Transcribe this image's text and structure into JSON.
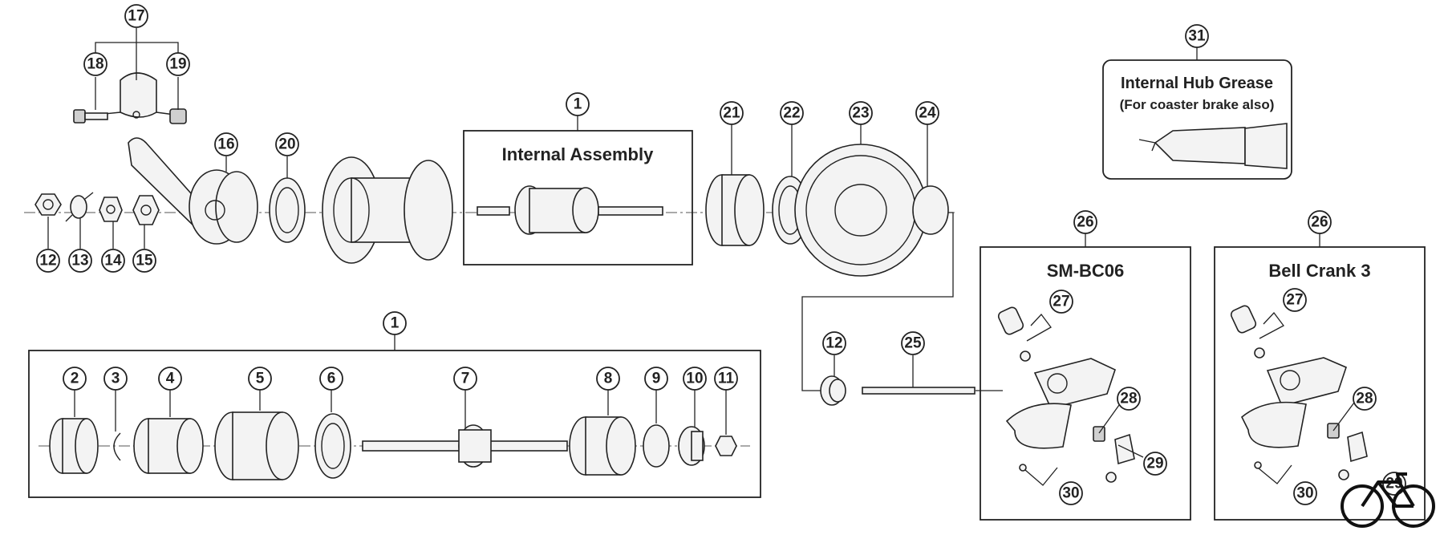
{
  "titles": {
    "internal_assembly": "Internal Assembly",
    "grease_line1": "Internal Hub Grease",
    "grease_line2": "(For coaster brake also)",
    "sm_bc06": "SM-BC06",
    "bell_crank": "Bell Crank 3"
  },
  "callouts": {
    "c1a": "1",
    "c1b": "1",
    "c2": "2",
    "c3": "3",
    "c4": "4",
    "c5": "5",
    "c6": "6",
    "c7": "7",
    "c8": "8",
    "c9": "9",
    "c10": "10",
    "c11": "11",
    "c12a": "12",
    "c12b": "12",
    "c13": "13",
    "c14": "14",
    "c15": "15",
    "c16": "16",
    "c17": "17",
    "c18": "18",
    "c19": "19",
    "c20": "20",
    "c21": "21",
    "c22": "22",
    "c23": "23",
    "c24": "24",
    "c25": "25",
    "c26a": "26",
    "c26b": "26",
    "c27a": "27",
    "c27b": "27",
    "c28a": "28",
    "c28b": "28",
    "c29a": "29",
    "c29b": "29",
    "c30a": "30",
    "c30b": "30",
    "c31": "31"
  },
  "icons": {
    "logo": "bicycle-icon"
  },
  "colors": {
    "line": "#222222",
    "background": "#ffffff"
  }
}
